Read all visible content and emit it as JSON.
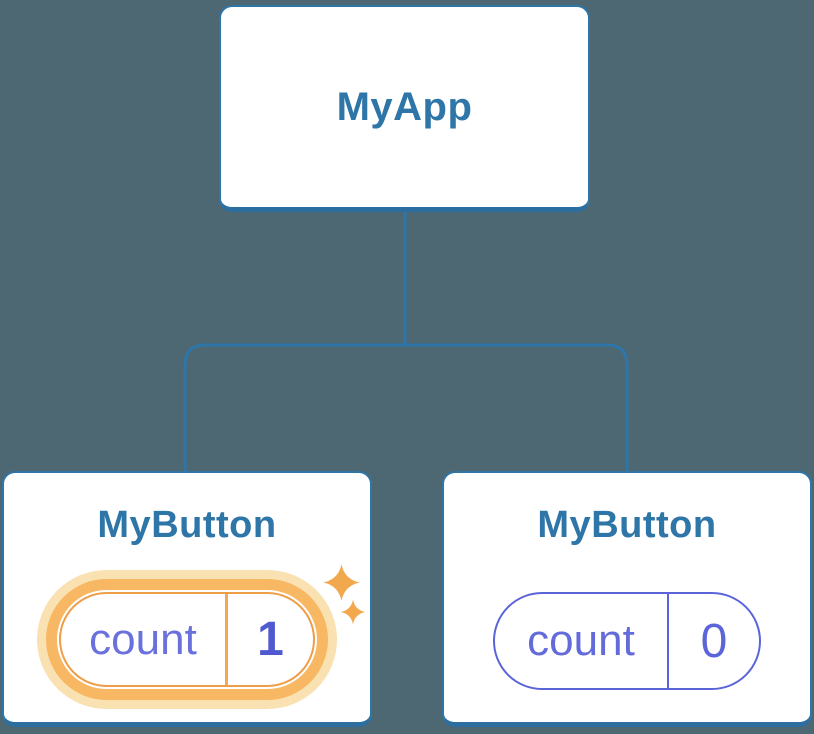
{
  "diagram": {
    "description": "Component tree with root app node and two button nodes holding isolated count state",
    "background_color": "#4D6873",
    "node_accent_color": "#2E75A8",
    "state_accent_color": "#5B65D9",
    "highlight_color": "#F8B763",
    "root": {
      "label": "MyApp"
    },
    "children": [
      {
        "label": "MyButton",
        "state": {
          "key": "count",
          "value": "1"
        },
        "highlighted": true
      },
      {
        "label": "MyButton",
        "state": {
          "key": "count",
          "value": "0"
        },
        "highlighted": false
      }
    ]
  }
}
